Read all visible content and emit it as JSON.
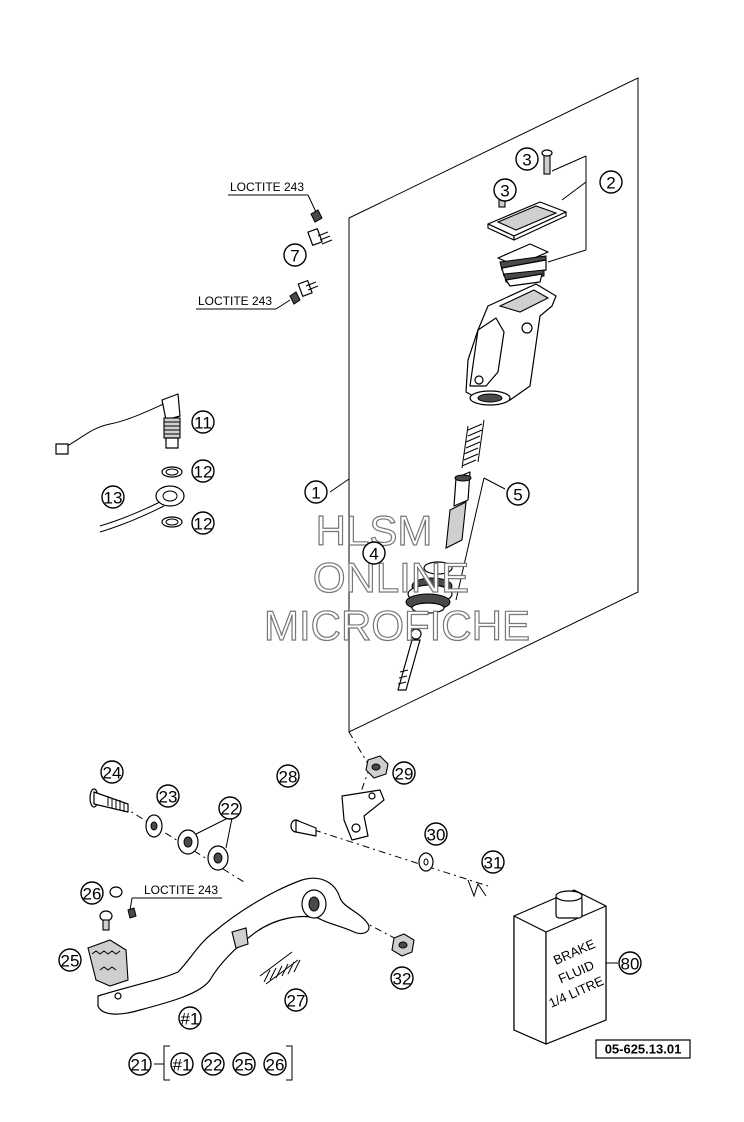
{
  "callouts": [
    {
      "id": "c3a",
      "label": "3"
    },
    {
      "id": "c3b",
      "label": "3"
    },
    {
      "id": "c2",
      "label": "2"
    },
    {
      "id": "c7",
      "label": "7"
    },
    {
      "id": "c11",
      "label": "11"
    },
    {
      "id": "c12a",
      "label": "12"
    },
    {
      "id": "c13",
      "label": "13"
    },
    {
      "id": "c12b",
      "label": "12"
    },
    {
      "id": "c1",
      "label": "1"
    },
    {
      "id": "c5",
      "label": "5"
    },
    {
      "id": "c4",
      "label": "4"
    },
    {
      "id": "c24",
      "label": "24"
    },
    {
      "id": "c23",
      "label": "23"
    },
    {
      "id": "c22",
      "label": "22"
    },
    {
      "id": "c28",
      "label": "28"
    },
    {
      "id": "c29",
      "label": "29"
    },
    {
      "id": "c30",
      "label": "30"
    },
    {
      "id": "c31",
      "label": "31"
    },
    {
      "id": "c26a",
      "label": "26"
    },
    {
      "id": "c25a",
      "label": "25"
    },
    {
      "id": "c27",
      "label": "27"
    },
    {
      "id": "c32",
      "label": "32"
    },
    {
      "id": "c1b",
      "label": "#1"
    },
    {
      "id": "c80",
      "label": "80"
    },
    {
      "id": "c21",
      "label": "21"
    },
    {
      "id": "k1",
      "label": "#1"
    },
    {
      "id": "k22",
      "label": "22"
    },
    {
      "id": "k25",
      "label": "25"
    },
    {
      "id": "k26",
      "label": "26"
    }
  ],
  "loctite_labels": [
    "LOCTITE 243",
    "LOCTITE 243",
    "LOCTITE 243"
  ],
  "watermark": {
    "line1": "HLSM",
    "line2": "ONLINE",
    "line3": "MICROFICHE"
  },
  "brake_fluid_can": {
    "line1": "BRAKE",
    "line2": "FLUID",
    "line3": "1/4 LITRE"
  },
  "reference_code": "05-625.13.01"
}
